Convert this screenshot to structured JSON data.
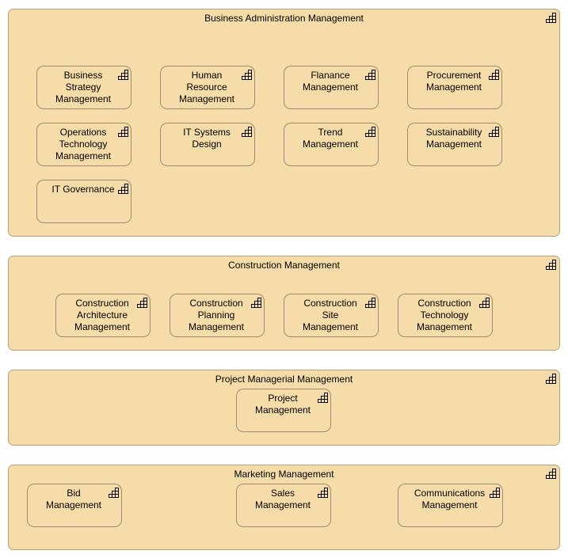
{
  "groups": {
    "business_admin": {
      "title": "Business Administration Management",
      "items": {
        "business_strategy": "Business\nStrategy\nManagement",
        "human_resource": "Human\nResource\nManagement",
        "finance": "Flanance\nManagement",
        "procurement": "Procurement\nManagement",
        "operations_technology": "Operations\nTechnology\nManagement",
        "it_systems_design": "IT Systems\nDesign",
        "trend": "Trend\nManagement",
        "sustainability": "Sustainability\nManagement",
        "it_governance": "IT Governance"
      }
    },
    "construction": {
      "title": "Construction Management",
      "items": {
        "architecture": "Construction\nArchitecture\nManagement",
        "planning": "Construction\nPlanning\nManagement",
        "site": "Construction\nSite\nManagement",
        "technology": "Construction\nTechnology\nManagement"
      }
    },
    "project_managerial": {
      "title": "Project Managerial Management",
      "items": {
        "project": "Project\nManagement"
      }
    },
    "marketing": {
      "title": "Marketing Management",
      "items": {
        "bid": "Bid\nManagement",
        "sales": "Sales\nManagement",
        "communications": "Communications\nManagement"
      }
    }
  },
  "icon": "capability-icon",
  "colors": {
    "fill": "#f5dca8",
    "border": "#b7a17c"
  }
}
